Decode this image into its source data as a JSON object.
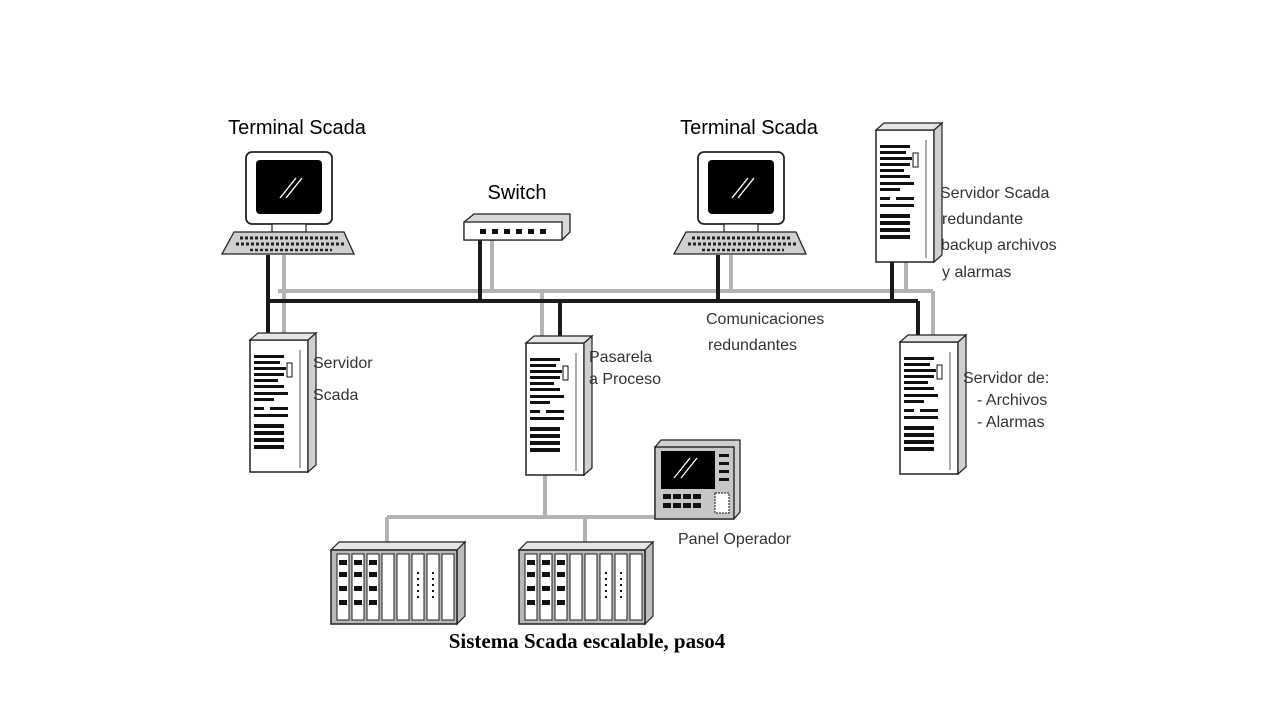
{
  "nodes": {
    "terminal_left": {
      "title": "Terminal Scada",
      "icon": "computer-terminal-icon"
    },
    "terminal_right": {
      "title": "Terminal Scada",
      "icon": "computer-terminal-icon"
    },
    "switch": {
      "title": "Switch",
      "icon": "network-switch-icon"
    },
    "server_scada": {
      "lines": [
        "Servidor",
        "Scada"
      ],
      "icon": "tower-server-icon"
    },
    "gateway": {
      "lines": [
        "Pasarela",
        "a Proceso"
      ],
      "icon": "tower-server-icon"
    },
    "redundant_server": {
      "lines": [
        "Servidor Scada",
        "redundante",
        "backup archivos",
        "y alarmas"
      ],
      "icon": "tower-server-icon"
    },
    "file_server": {
      "lines": [
        "Servidor de:",
        "- Archivos",
        "- Alarmas"
      ],
      "icon": "tower-server-icon"
    },
    "operator_panel": {
      "title": "Panel Operador",
      "icon": "operator-panel-icon"
    },
    "plc_racks": {
      "icon": "plc-rack-icon"
    }
  },
  "network": {
    "label_lines": [
      "Comunicaciones",
      "redundantes"
    ]
  },
  "caption": "Sistema Scada escalable, paso4",
  "colors": {
    "primary_bus": "#1a1a1a",
    "redundant_bus": "#b4b4b4",
    "device_fill": "#ffffff",
    "screen": "#000000"
  }
}
